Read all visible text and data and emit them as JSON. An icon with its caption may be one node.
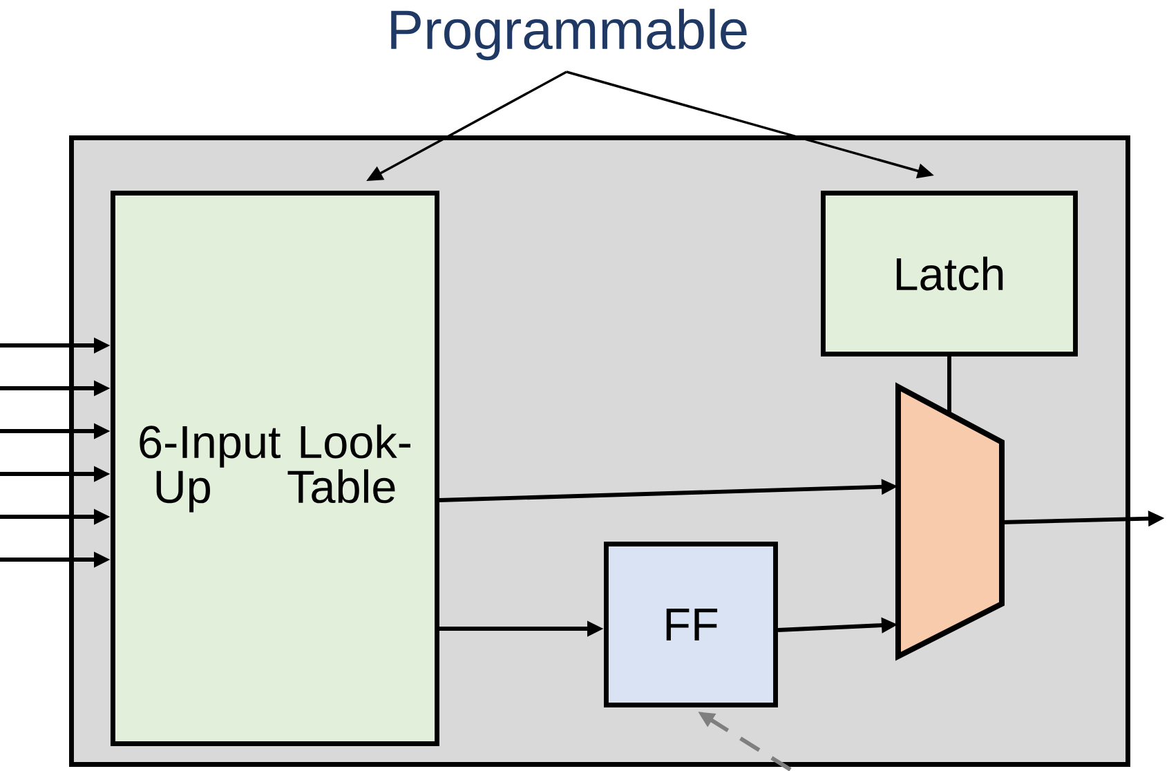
{
  "diagram": {
    "nodes": [
      {
        "text": [],
        "shape": "box"
      },
      {
        "text": [
          "Programmable"
        ]
      },
      {
        "text": [
          "6-Input Look-Up Table"
        ],
        "in": 0
      },
      {
        "text": [
          "Latch"
        ],
        "in": 0
      },
      {
        "text": [],
        "shape": "trapezoid",
        "in": 0
      },
      {
        "text": [
          "FF"
        ],
        "in": 0
      }
    ],
    "edges": [
      {
        "from": null,
        "to": 2,
        "arrow": "to"
      },
      {
        "from": null,
        "to": 2,
        "arrow": "to"
      },
      {
        "from": null,
        "to": 2,
        "arrow": "to"
      },
      {
        "from": null,
        "to": 2,
        "arrow": "to"
      },
      {
        "from": null,
        "to": 2,
        "arrow": "to"
      },
      {
        "from": null,
        "to": 2,
        "arrow": "to"
      },
      {
        "from": 1,
        "to": 2,
        "arrow": "to"
      },
      {
        "from": 1,
        "to": 3,
        "arrow": "to"
      },
      {
        "from": 3,
        "to": 4,
        "arrow": "none"
      },
      {
        "from": 2,
        "to": 4,
        "arrow": "to"
      },
      {
        "from": 2,
        "to": 5,
        "arrow": "to"
      },
      {
        "from": 5,
        "to": 4,
        "arrow": "to"
      },
      {
        "from": 4,
        "to": null,
        "arrow": "to"
      },
      {
        "from": null,
        "to": 5,
        "arrow": "to",
        "style": "dashed",
        "color": "#7f7f7f"
      }
    ]
  }
}
